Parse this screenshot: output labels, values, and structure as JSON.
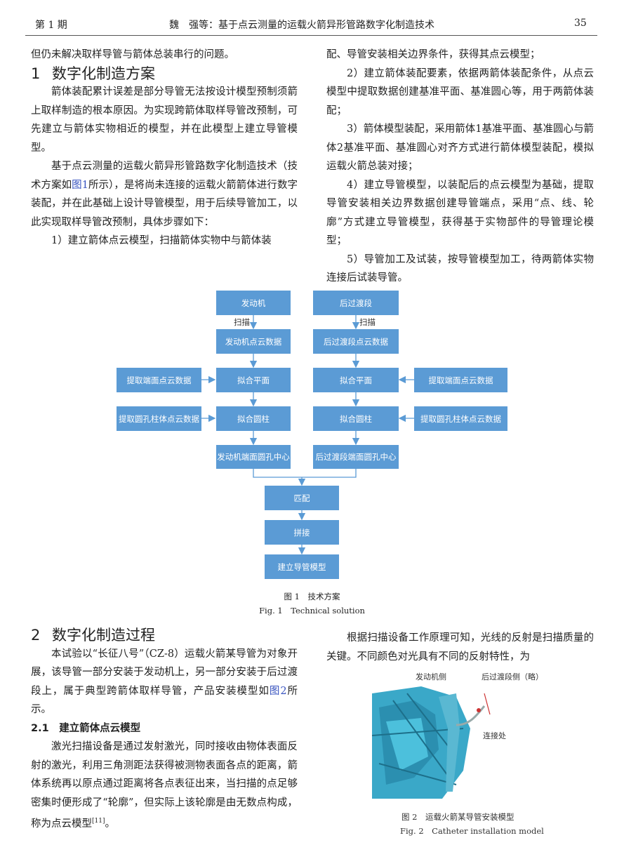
{
  "header": {
    "issue": "第 1 期",
    "title": "魏　强等：基于点云测量的运载火箭异形管路数字化制造技术",
    "page": "35"
  },
  "left_top": {
    "line1": "但仍未解决取样导管与箭体总装串行的问题。",
    "sec1_num": "1",
    "sec1_title": "数字化制造方案",
    "p1": "箭体装配累计误差是部分导管无法按设计模型预制须箭上取样制造的根本原因。为实现跨箭体取样导管改预制，可先建立与箭体实物相近的模型，并在此模型上建立导管模型。",
    "p2_a": "基于点云测量的运载火箭异形管路数字化制造技术（技术方案如",
    "p2_link": "图1",
    "p2_b": "所示），是将尚未连接的运载火箭箭体进行数字装配，并在此基础上设计导管模型，用于后续导管加工，以此实现取样导管改预制，具体步骤如下：",
    "p3": "1）建立箭体点云模型，扫描箭体实物中与箭体装"
  },
  "right_top": {
    "p1": "配、导管安装相关边界条件，获得其点云模型；",
    "p2": "2）建立箭体装配要素，依据两箭体装配条件，从点云模型中提取数据创建基准平面、基准圆心等，用于两箭体装配；",
    "p3": "3）箭体模型装配，采用箭体1基准平面、基准圆心与箭体2基准平面、基准圆心对齐方式进行箭体模型装配，模拟运载火箭总装对接；",
    "p4": "4）建立导管模型，以装配后的点云模型为基础，提取导管安装相关边界数据创建导管端点，采用“点、线、轮廓”方式建立导管模型，获得基于实物部件的导管理论模型；",
    "p5": "5）导管加工及试装，按导管模型加工，待两箭体实物连接后试装导管。"
  },
  "figure1": {
    "engine": "发动机",
    "rear": "后过渡段",
    "scan": "扫描",
    "engine_cloud": "发动机点云数据",
    "rear_cloud": "后过渡段点云数据",
    "extract_face": "提取端面点云数据",
    "fit_plane": "拟合平面",
    "extract_cyl": "提取圆孔柱体点云数据",
    "fit_cyl": "拟合圆柱",
    "engine_center": "发动机端面圆孔中心",
    "rear_center": "后过渡段端面圆孔中心",
    "match": "匹配",
    "splice": "拼接",
    "build": "建立导管模型",
    "caption_cn": "图 1　技术方案",
    "caption_en": "Fig. 1　Technical solution"
  },
  "left_bottom": {
    "sec2_num": "2",
    "sec2_title": "数字化制造过程",
    "p1_a": "本试验以“长征八号”（CZ-8）运载火箭某导管为对象开展，该导管一部分安装于发动机上，另一部分安装于后过渡段上，属于典型跨箭体取样导管，产品安装模型如",
    "p1_link": "图2",
    "p1_b": "所示。",
    "sub_num": "2.1",
    "sub_title": "建立箭体点云模型",
    "p2": "激光扫描设备是通过发射激光，同时接收由物体表面反射的激光，利用三角测距法获得被测物表面各点的距离，箭体系统再以原点通过距离将各点表征出来，当扫描的点足够密集时便形成了“轮廓”，但实际上该轮廓是由无数点构成，称为点云模型",
    "p2_ref": "[11]",
    "p2_end": "。"
  },
  "right_bottom": {
    "p1": "根据扫描设备工作原理可知，光线的反射是扫描质量的关键。不同颜色对光具有不同的反射特性，为",
    "fig2_engine_side": "发动机侧",
    "fig2_rear_side": "后过渡段侧（略）",
    "fig2_joint": "连接处",
    "caption_cn": "图 2　运载火箭某导管安装模型",
    "caption_en": "Fig. 2　Catheter installation model"
  }
}
